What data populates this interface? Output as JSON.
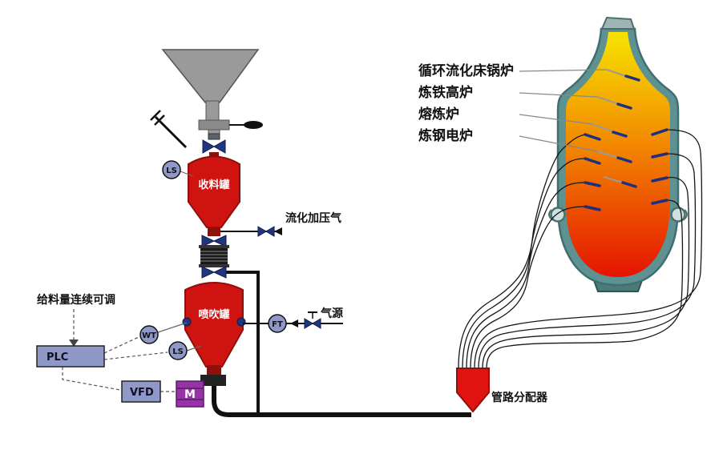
{
  "diagram": {
    "feed_note": "给料量连续可调",
    "fluidizing_gas": "流化加压气",
    "gas_source": "气源",
    "receiving_tank": "收料罐",
    "injection_tank": "喷吹罐",
    "distributor": "管路分配器",
    "plc": "PLC",
    "vfd": "VFD",
    "motor": "M",
    "ls_upper": "LS",
    "ls_lower": "LS",
    "wt": "WT",
    "ft": "FT"
  },
  "furnace_applications": [
    "循环流化床锅炉",
    "炼铁高炉",
    "熔炼炉",
    "炼钢电炉"
  ],
  "colors": {
    "vessel_red": "#cf1310",
    "vessel_dark": "#8f0f0c",
    "funnel_gray": "#9a9a9a",
    "valve_navy": "#20367f",
    "box_slate": "#8f98c6",
    "motor_purple": "#9633a6",
    "distributor_red": "#e01310",
    "furnace_shell": "#5e9191",
    "furnace_base": "#4a7a7a",
    "furnace_top": "#f6e300",
    "furnace_mid": "#f28a00",
    "furnace_bottom": "#e51400"
  }
}
